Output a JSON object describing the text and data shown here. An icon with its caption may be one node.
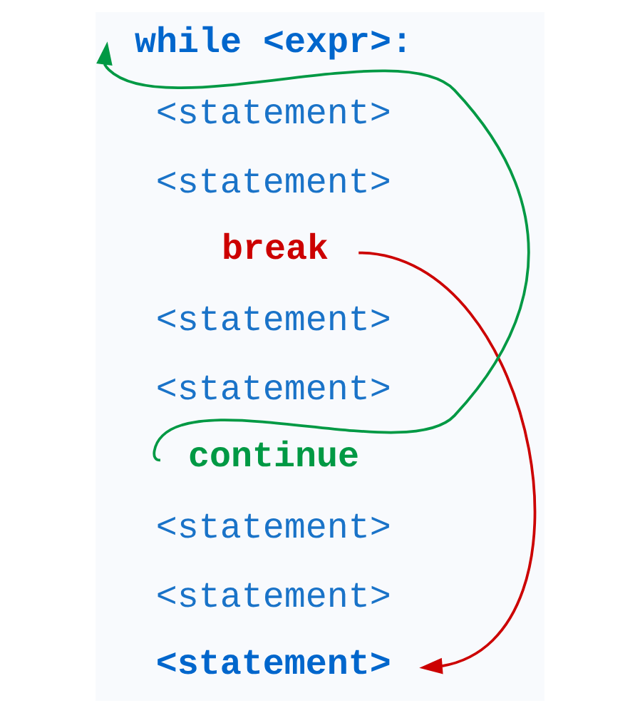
{
  "diagram": {
    "nodes": [
      {
        "text": [
          "while <expr>:"
        ]
      },
      {
        "text": [
          "<statement>"
        ]
      },
      {
        "text": [
          "<statement>"
        ]
      },
      {
        "text": [
          "break"
        ]
      },
      {
        "text": [
          "<statement>"
        ]
      },
      {
        "text": [
          "<statement>"
        ]
      },
      {
        "text": [
          "continue"
        ]
      },
      {
        "text": [
          "<statement>"
        ]
      },
      {
        "text": [
          "<statement>"
        ]
      },
      {
        "text": [
          "<statement>"
        ]
      }
    ],
    "edges": [
      {
        "from": 3,
        "to": 9,
        "arrow": "to",
        "color": "#cc0000"
      },
      {
        "from": 6,
        "to": 0,
        "arrow": "to",
        "color": "#009944"
      }
    ]
  }
}
